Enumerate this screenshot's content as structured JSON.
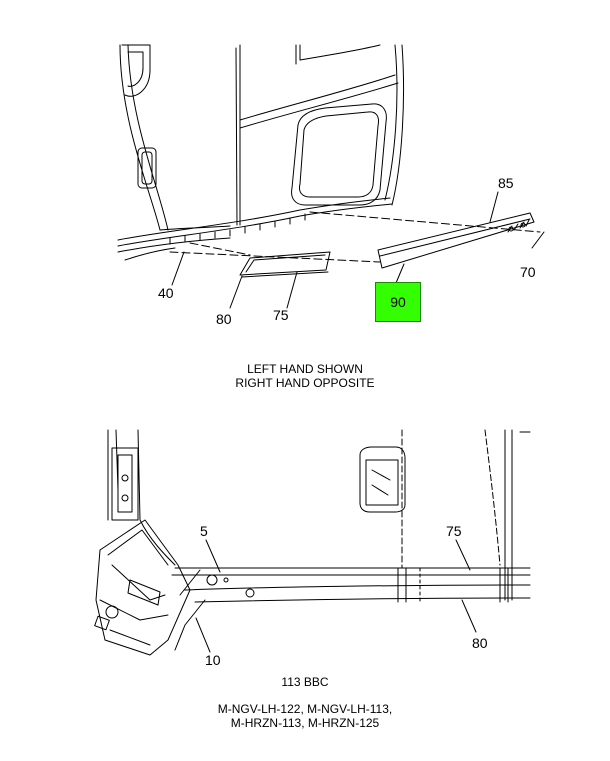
{
  "upper_view": {
    "callouts": {
      "c85": "85",
      "c70": "70",
      "c40": "40",
      "c80": "80",
      "c75": "75"
    },
    "highlighted_callout": {
      "label": "90",
      "color": "#33ff00"
    }
  },
  "note": {
    "line1": "LEFT HAND SHOWN",
    "line2": "RIGHT HAND OPPOSITE"
  },
  "lower_view": {
    "callouts": {
      "c5": "5",
      "c75": "75",
      "c80": "80",
      "c10": "10"
    }
  },
  "footer": {
    "code": "113 BBC",
    "models_line1": "M-NGV-LH-122, M-NGV-LH-113,",
    "models_line2": "M-HRZN-113, M-HRZN-125"
  }
}
